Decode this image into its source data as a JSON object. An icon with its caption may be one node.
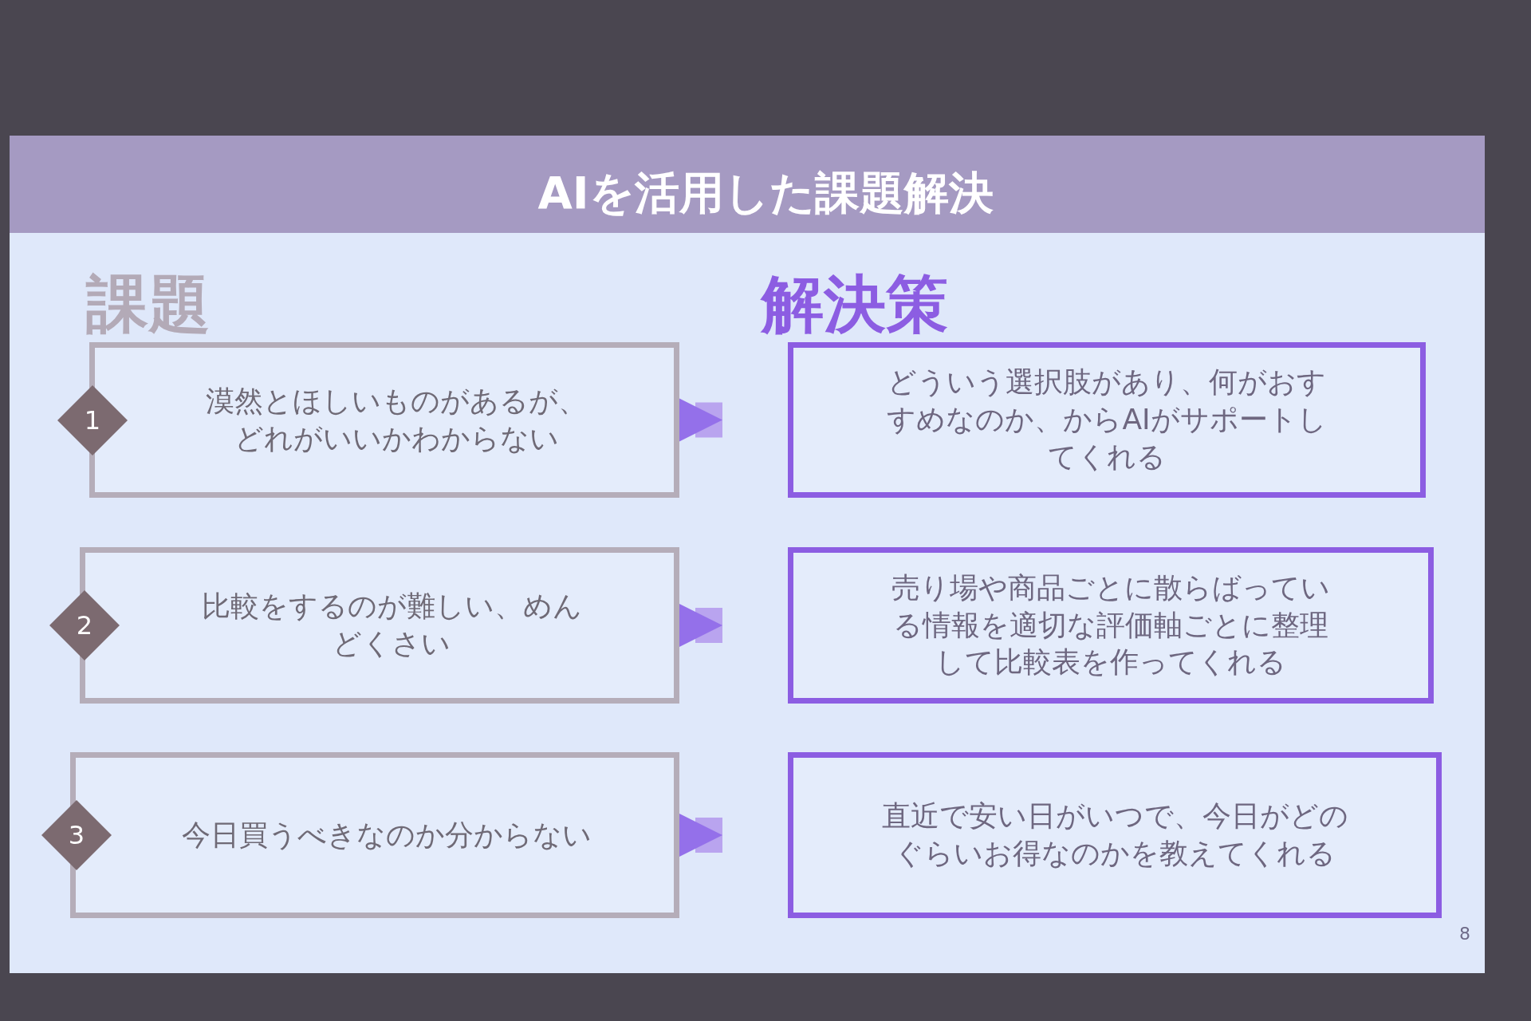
{
  "diagram": {
    "title": "AIを活用した課題解決",
    "nodes": [
      {
        "text": [
          "1"
        ]
      },
      {
        "text": [
          "漠然とほしいものがあるが、どれがいいかわからない"
        ]
      },
      {
        "text": [
          "どういう選択肢があり、何がおすすめなのか、からAIがサポートしてくれる"
        ]
      },
      {
        "text": [
          "2"
        ]
      },
      {
        "text": [
          "比較をするのが難しい、めんどくさい"
        ]
      },
      {
        "text": [
          "売り場や商品ごとに散らばっている情報を適切な評価軸ごとに整理して比較表を作ってくれる"
        ]
      },
      {
        "text": [
          "3"
        ]
      },
      {
        "text": [
          "今日買うべきなのか分からない"
        ]
      },
      {
        "text": [
          "直近で安い日がいつで、今日がどのぐらいお得なのかを教えてくれる"
        ]
      }
    ],
    "edges": [
      {
        "from": 1,
        "to": 2,
        "arrow": "to"
      },
      {
        "from": 4,
        "to": 5,
        "arrow": "to"
      },
      {
        "from": 7,
        "to": 8,
        "arrow": "to"
      }
    ],
    "labels": [
      "課題",
      "解決策",
      "8"
    ]
  }
}
